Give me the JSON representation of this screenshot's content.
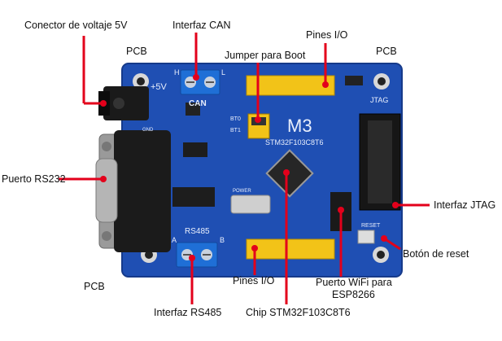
{
  "labels": {
    "conector_voltaje": "Conector de voltaje 5V",
    "interfaz_can": "Interfaz CAN",
    "pines_io_top": "Pines I/O",
    "pcb_top_left": "PCB",
    "jumper_boot": "Jumper para Boot",
    "pcb_top_right": "PCB",
    "puerto_rs232": "Puerto RS232",
    "interfaz_jtag": "Interfaz JTAG",
    "boton_reset": "Botón de reset",
    "puerto_wifi_line1": "Puerto WiFi para",
    "puerto_wifi_line2": "ESP8266",
    "pcb_bottom_left": "PCB",
    "pines_io_bottom": "Pines I/O",
    "interfaz_rs485": "Interfaz RS485",
    "chip": "Chip STM32F103C8T6"
  },
  "board_silkscreen": {
    "plus5v": "+5V",
    "can": "CAN",
    "can_h": "H",
    "can_l": "L",
    "m3": "M3",
    "stm": "STM32F103C8T6",
    "jtag": "JTAG",
    "rs485": "RS485",
    "rs485_a": "A",
    "rs485_b": "B",
    "reset": "RESET",
    "gnd": "GND",
    "bt0": "BT0",
    "bt1": "BT1",
    "power": "POWER"
  },
  "colors": {
    "board_blue": "#1f4fb3",
    "board_dark": "#163a8a",
    "header_yellow": "#f2c318",
    "terminal_blue": "#1f6fd6",
    "callout_red": "#e3001b"
  }
}
